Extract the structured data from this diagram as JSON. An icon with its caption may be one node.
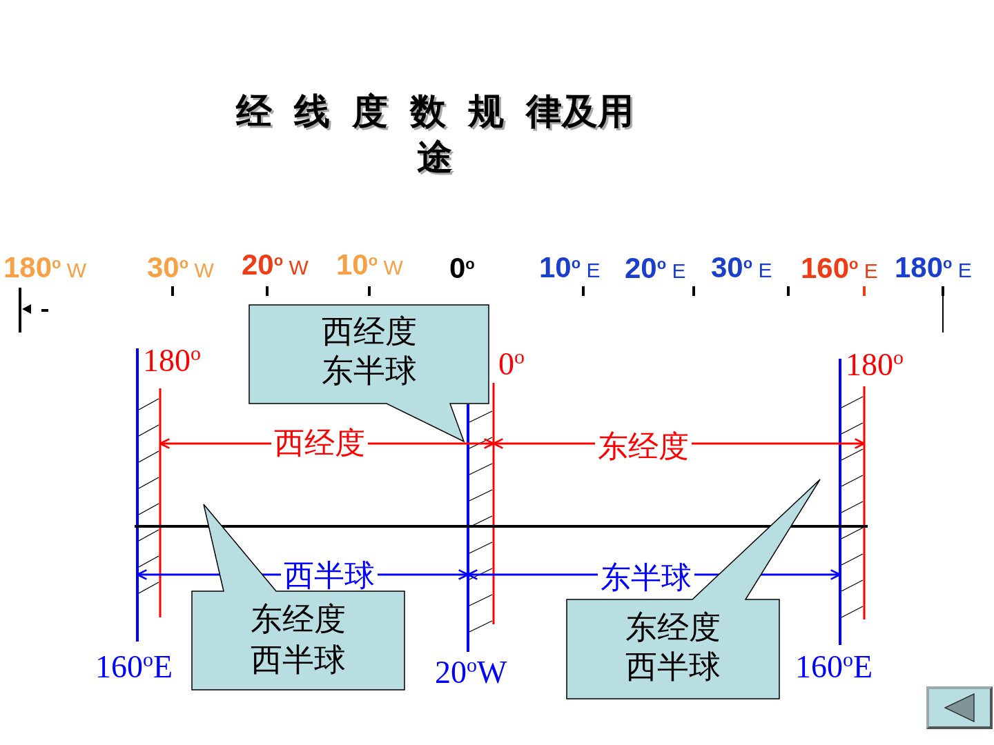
{
  "diagram": {
    "title": "经 线 度 数 规 律及用途",
    "nodes": [
      {
        "text": [
          "西经度",
          "东半球"
        ]
      },
      {
        "text": [
          "东经度",
          "西半球"
        ]
      },
      {
        "text": [
          "东经度",
          "西半球"
        ]
      }
    ],
    "labels": [
      "**180**$^{o}$ W",
      "**30**$^{o}$ W",
      "**20**$^{o}$ W",
      "**10**$^{o}$ W",
      "**0**$^{o}$",
      "**10**$^{o}$ E",
      "**20**$^{o}$ E",
      "**30**$^{o}$ E",
      "**160**$^{o}$ E",
      "**180**$^{o}$ E",
      "180$^{o}$",
      "0$^{o}$",
      "180$^{o}$",
      "西经度",
      "东经度",
      "西半球",
      "东半球",
      "160$^{o}$E",
      "20$^{o}$W",
      "160$^{o}$E"
    ]
  }
}
